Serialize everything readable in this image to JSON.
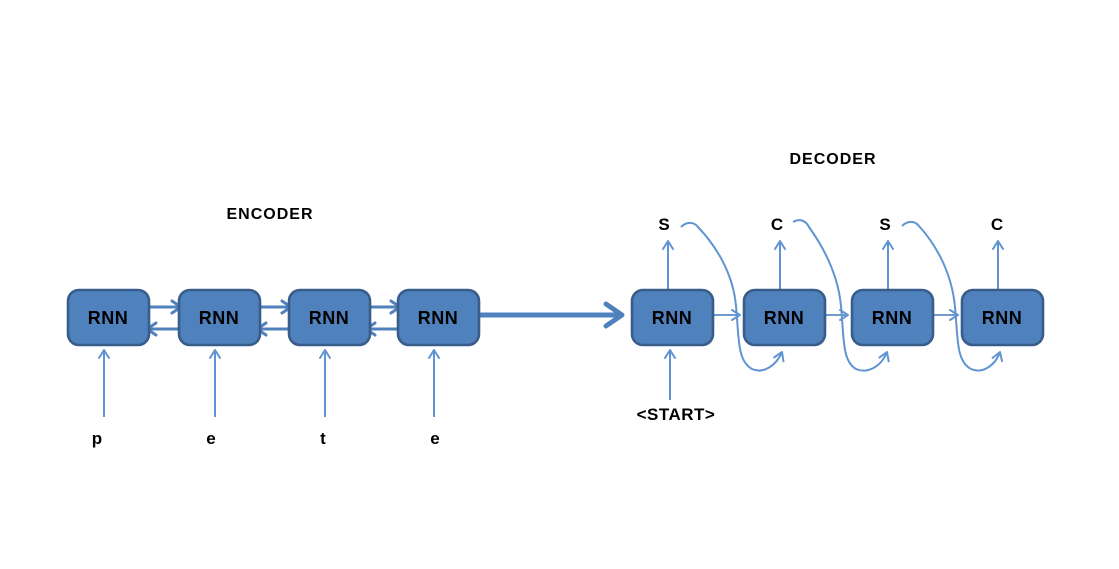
{
  "encoder": {
    "title": "ENCODER",
    "units": [
      {
        "label": "RNN"
      },
      {
        "label": "RNN"
      },
      {
        "label": "RNN"
      },
      {
        "label": "RNN"
      }
    ],
    "inputs": [
      "p",
      "e",
      "t",
      "e"
    ]
  },
  "decoder": {
    "title": "DECODER",
    "units": [
      {
        "label": "RNN"
      },
      {
        "label": "RNN"
      },
      {
        "label": "RNN"
      },
      {
        "label": "RNN"
      }
    ],
    "outputs": [
      "S",
      "C",
      "S",
      "C"
    ],
    "start_token": "<START>"
  },
  "colors": {
    "box_fill": "#4f81bd",
    "box_border": "#385d8a",
    "arrow_primary": "#4f81bd",
    "arrow_secondary": "#6094d2",
    "text": "#000000",
    "background": "#ffffff"
  }
}
